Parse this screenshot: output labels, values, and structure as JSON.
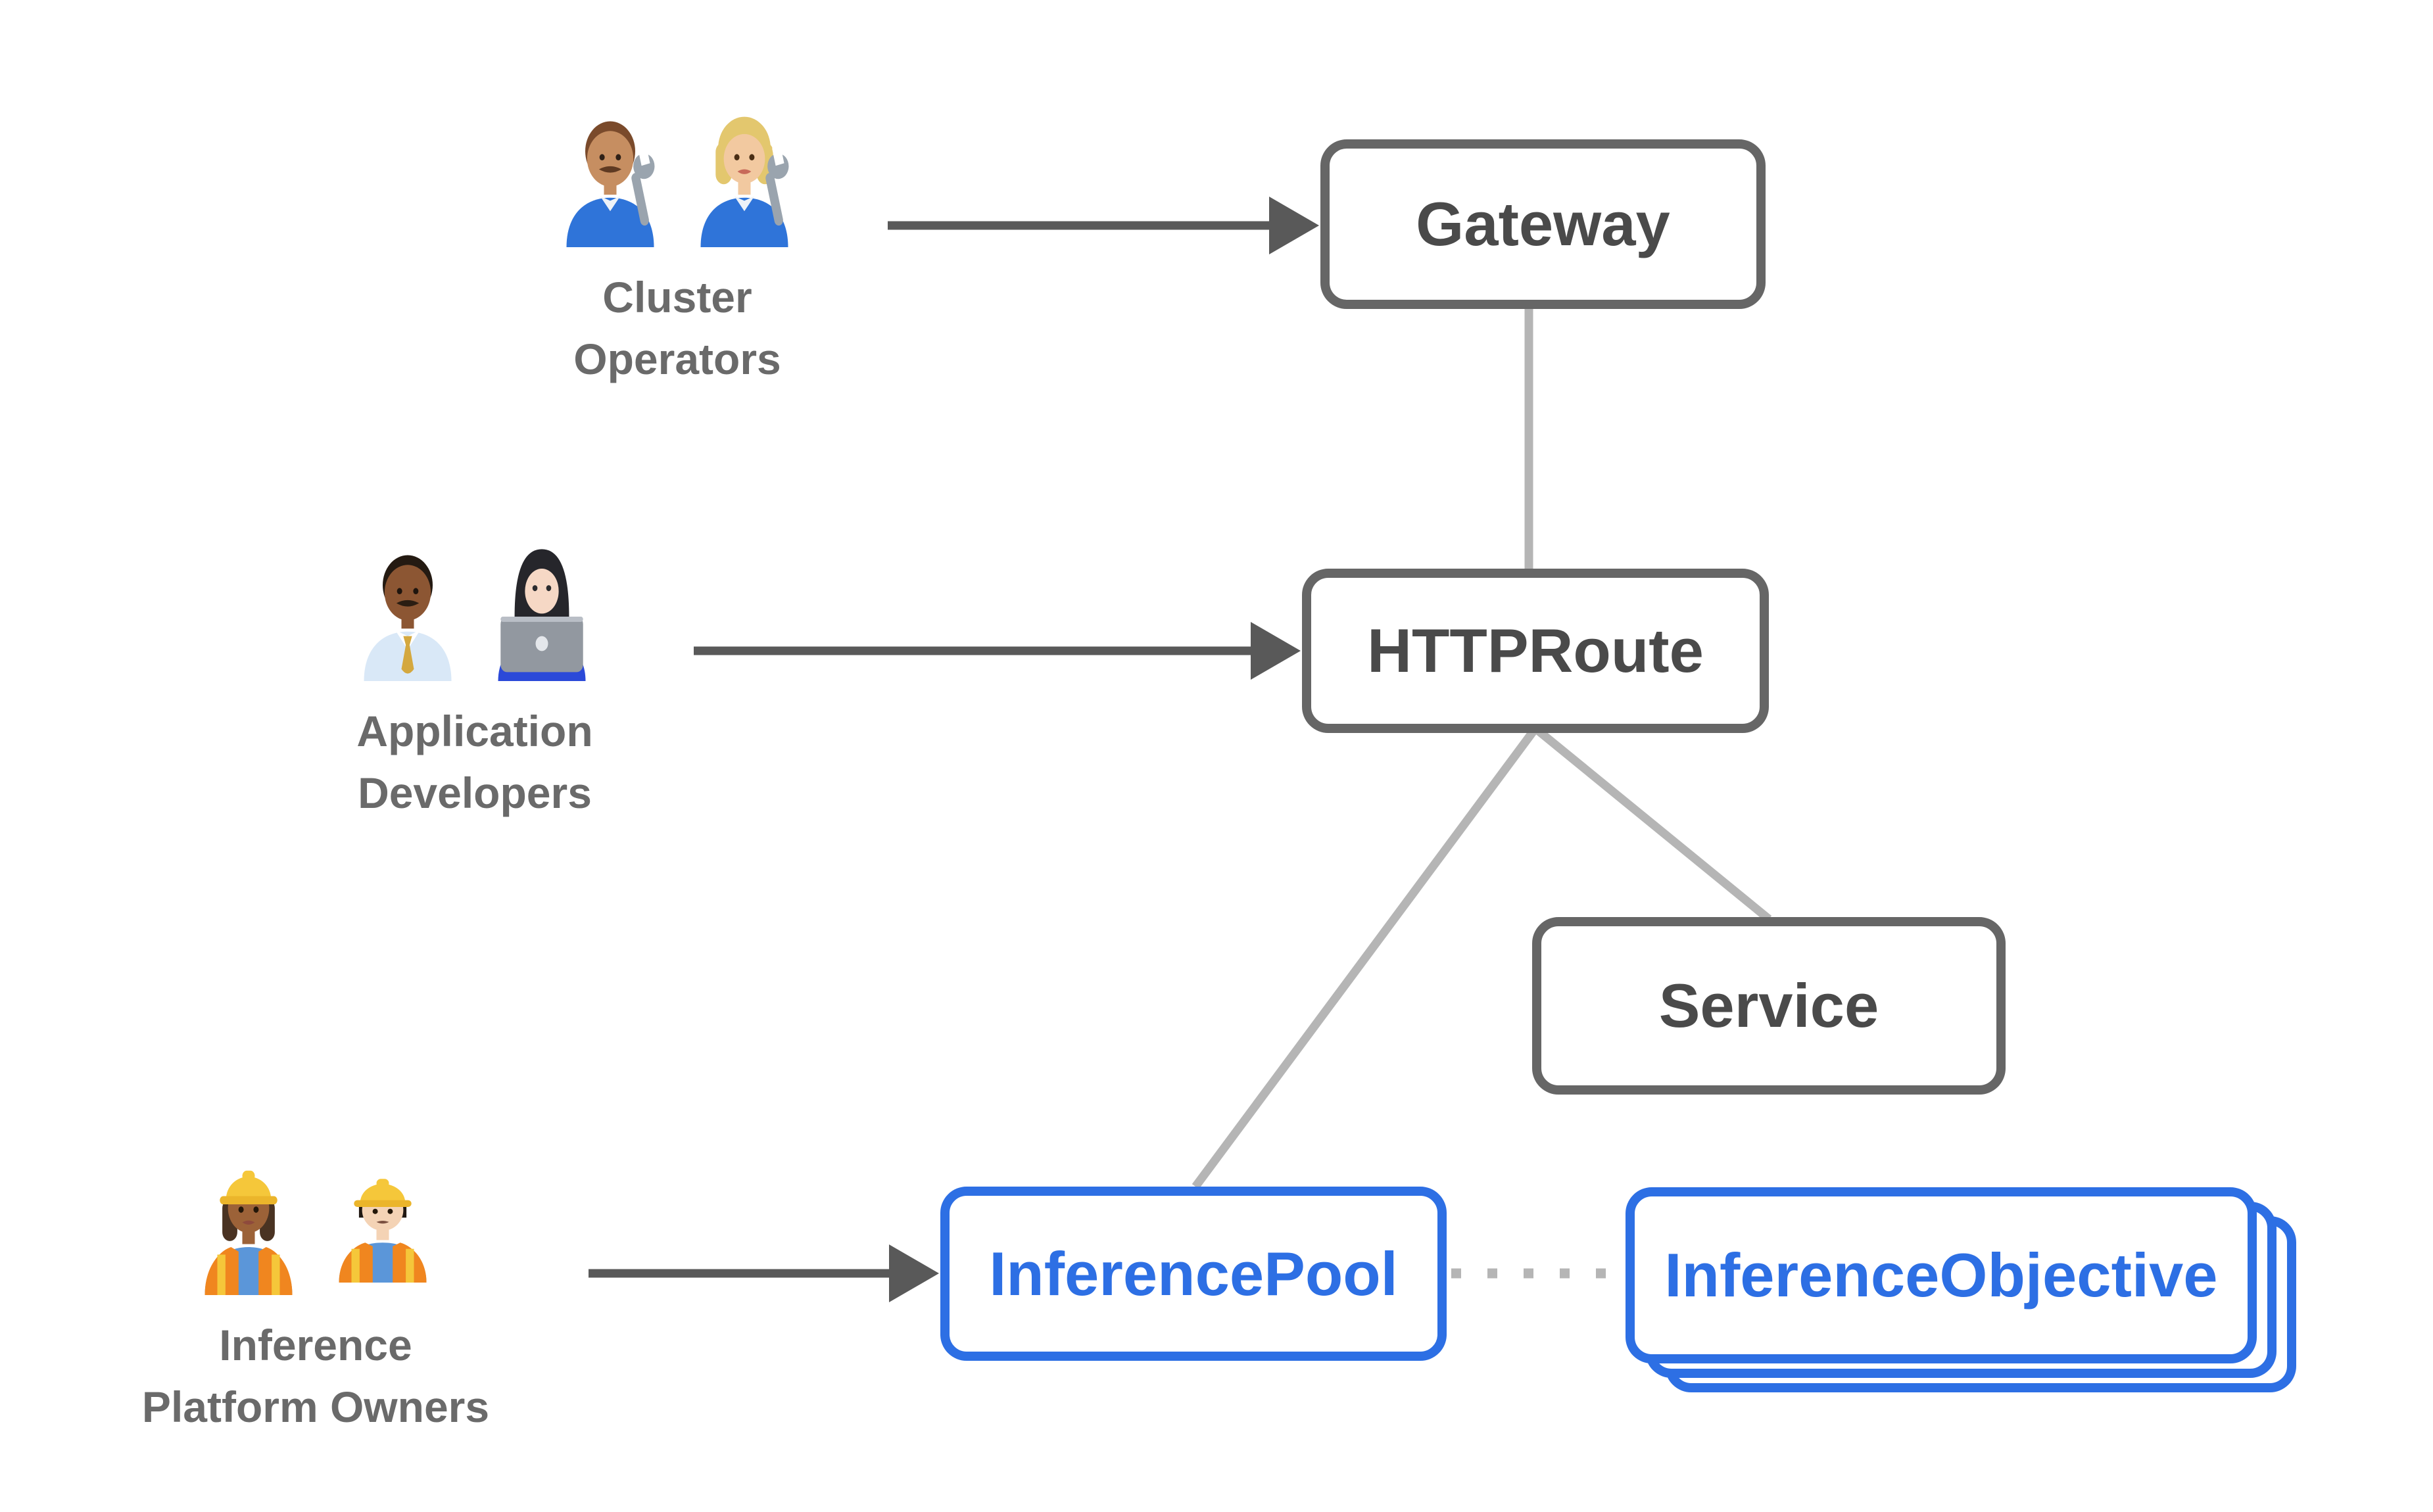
{
  "colors": {
    "accent_blue": "#2D6FE4",
    "node_border": "#666666",
    "node_text": "#4A4A4A",
    "label_text": "#6A6A6A",
    "connector_gray": "#B5B5B5",
    "arrow_dark": "#595959",
    "background": "#FFFFFF"
  },
  "personas": {
    "cluster_operators": {
      "line1": "Cluster",
      "line2": "Operators",
      "icons": [
        "man-mechanic",
        "woman-mechanic"
      ]
    },
    "application_developers": {
      "line1": "Application",
      "line2": "Developers",
      "icons": [
        "man-office-worker",
        "woman-technologist"
      ]
    },
    "inference_platform_owners": {
      "line1": "Inference",
      "line2": "Platform Owners",
      "icons": [
        "woman-construction-worker",
        "man-construction-worker"
      ]
    }
  },
  "nodes": {
    "gateway": {
      "label": "Gateway",
      "style": "gray"
    },
    "httproute": {
      "label": "HTTPRoute",
      "style": "gray"
    },
    "service": {
      "label": "Service",
      "style": "gray"
    },
    "inference_pool": {
      "label": "InferencePool",
      "style": "blue"
    },
    "inference_objective": {
      "label": "InferenceObjective",
      "style": "blue",
      "stacked": true
    }
  },
  "edges": [
    {
      "from": "cluster_operators",
      "to": "gateway",
      "type": "arrow-solid-dark"
    },
    {
      "from": "application_developers",
      "to": "httproute",
      "type": "arrow-solid-dark"
    },
    {
      "from": "inference_platform_owners",
      "to": "inference_pool",
      "type": "arrow-solid-dark"
    },
    {
      "from": "gateway",
      "to": "httproute",
      "type": "line-gray"
    },
    {
      "from": "httproute",
      "to": "inference_pool",
      "type": "line-gray"
    },
    {
      "from": "httproute",
      "to": "service",
      "type": "line-gray"
    },
    {
      "from": "inference_pool",
      "to": "inference_objective",
      "type": "dotted-gray"
    }
  ]
}
